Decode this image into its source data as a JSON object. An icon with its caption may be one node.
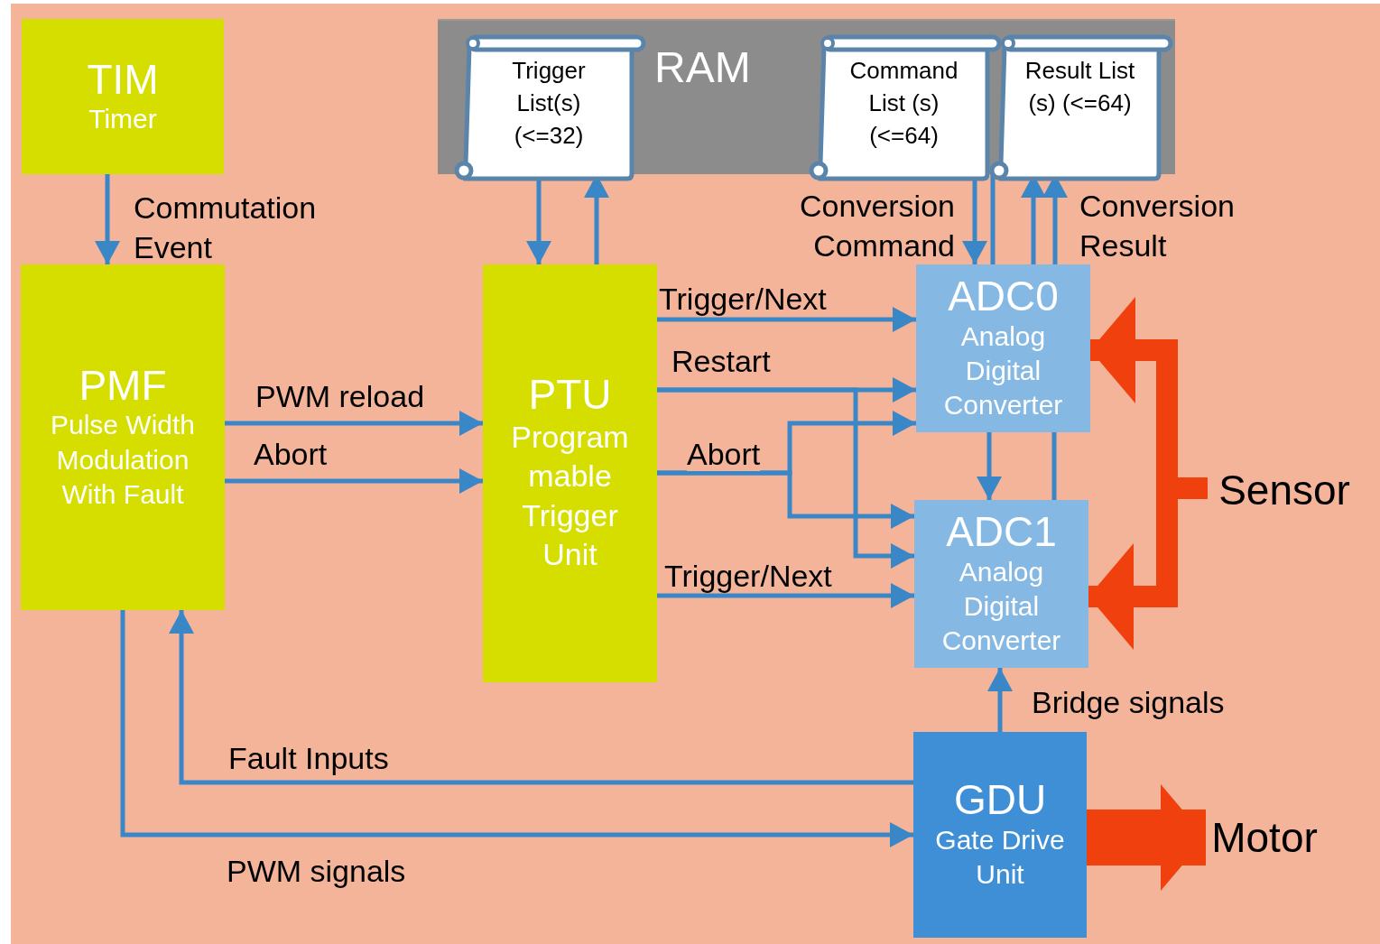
{
  "diagram": {
    "nodes": [
      {
        "text": [
          "TIM",
          "Timer"
        ]
      },
      {
        "text": [
          "RAM"
        ]
      },
      {
        "text": [
          "Trigger List(s) (<=32)"
        ],
        "in": 1
      },
      {
        "text": [
          "Command List (s) (<=64)"
        ],
        "in": 1
      },
      {
        "text": [
          "Result List (s) (<=64)"
        ],
        "in": 1
      },
      {
        "text": [
          "PMF",
          "Pulse Width Modulation With Fault"
        ]
      },
      {
        "text": [
          "PTU",
          "Program mable Trigger Unit"
        ]
      },
      {
        "text": [
          "ADC0",
          "Analog Digital Converter"
        ]
      },
      {
        "text": [
          "ADC1",
          "Analog Digital Converter"
        ]
      },
      {
        "text": [
          "GDU",
          "Gate Drive Unit"
        ]
      },
      {
        "text": [
          "Sensor"
        ]
      },
      {
        "text": [
          "Motor"
        ]
      }
    ],
    "edges": [
      {
        "from": 0,
        "to": 5,
        "arrow": "to",
        "label": "Commutation Event"
      },
      {
        "from": 1,
        "to": 6,
        "arrow": "to"
      },
      {
        "from": 6,
        "to": 1,
        "arrow": "to"
      },
      {
        "from": 1,
        "to": 7,
        "arrow": "to",
        "label": "Conversion Command"
      },
      {
        "from": 1,
        "to": 7,
        "arrow": "none"
      },
      {
        "from": 7,
        "to": 1,
        "arrow": "to",
        "label": "Conversion Result"
      },
      {
        "from": 7,
        "to": 1,
        "arrow": "to"
      },
      {
        "from": 7,
        "to": 8,
        "arrow": "to"
      },
      {
        "from": 8,
        "to": 7,
        "arrow": "none"
      },
      {
        "from": 6,
        "to": 7,
        "arrow": "to",
        "label": "Trigger/Next"
      },
      {
        "from": 6,
        "to": 7,
        "arrow": "to",
        "label": "Restart"
      },
      {
        "from": 6,
        "to": 8,
        "arrow": "to"
      },
      {
        "from": 6,
        "to": 7,
        "arrow": "to",
        "label": "Abort"
      },
      {
        "from": 6,
        "to": 8,
        "arrow": "to"
      },
      {
        "from": 6,
        "to": 8,
        "arrow": "to",
        "label": "Trigger/Next"
      },
      {
        "from": 5,
        "to": 6,
        "arrow": "to",
        "label": "PWM reload"
      },
      {
        "from": 5,
        "to": 6,
        "arrow": "to",
        "label": "Abort"
      },
      {
        "from": 9,
        "to": 8,
        "arrow": "to",
        "label": "Bridge signals"
      },
      {
        "from": 9,
        "to": 5,
        "arrow": "to",
        "label": "Fault Inputs"
      },
      {
        "from": 5,
        "to": 9,
        "arrow": "to",
        "label": "PWM signals"
      },
      {
        "from": 10,
        "to": 7,
        "arrow": "to",
        "style": "thick",
        "color": "#f0400e"
      },
      {
        "from": 10,
        "to": 8,
        "arrow": "to",
        "style": "thick",
        "color": "#f0400e"
      },
      {
        "from": 9,
        "to": 11,
        "arrow": "to",
        "style": "thick",
        "color": "#f0400e"
      }
    ]
  }
}
